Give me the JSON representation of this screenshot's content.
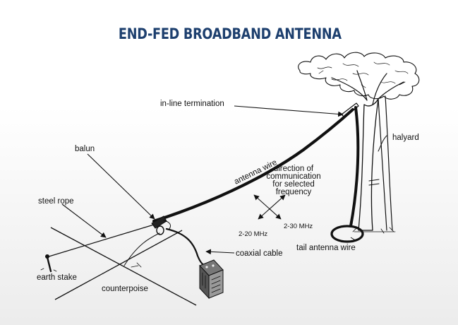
{
  "title": "END-FED BROADBAND ANTENNA",
  "labels": {
    "in_line_termination": "in-line termination",
    "halyard": "halyard",
    "balun": "balun",
    "antenna_wire": "antenna wire",
    "direction_line1": "direction of",
    "direction_line2": "communication",
    "direction_line3": "for selected",
    "direction_line4": "frequency",
    "freq_2_30": "2-30 MHz",
    "freq_2_20": "2-20 MHz",
    "steel_rope": "steel rope",
    "coaxial_cable": "coaxial cable",
    "tail_antenna_wire": "tail antenna wire",
    "earth_stake": "earth stake",
    "counterpoise": "counterpoise"
  },
  "colors": {
    "title": "#1d3f6e",
    "ink": "#111111",
    "background_fade": "#ececec"
  }
}
